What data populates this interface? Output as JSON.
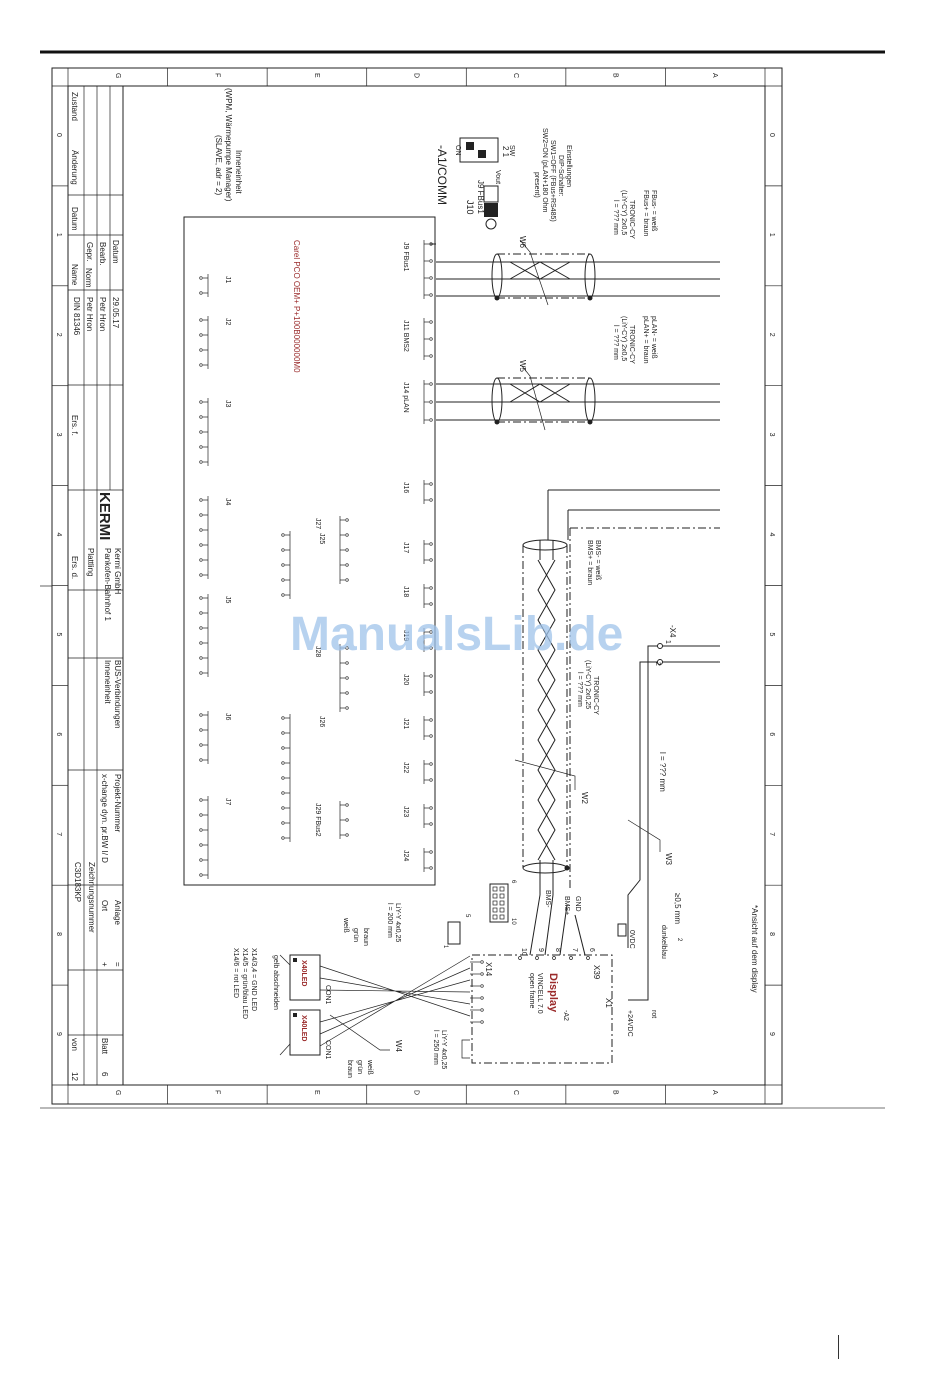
{
  "grid": {
    "letters": [
      "G",
      "F",
      "E",
      "D",
      "C",
      "B",
      "A"
    ],
    "numbers": [
      "0",
      "1",
      "2",
      "3",
      "4",
      "5",
      "6",
      "7",
      "8",
      "9"
    ]
  },
  "title_block": {
    "rows_left": [
      "Zustand",
      "Änderung",
      "Datum",
      "Name",
      "Norm"
    ],
    "datum_label": "Datum",
    "bearb_label": "Bearb.",
    "gepr_label": "Gepr.",
    "date": "29.05.17",
    "bearb_name": "Petr Hron",
    "gepr_name": "Petr Hron",
    "norm": "DIN 81346",
    "ers_f": "Ers. f.",
    "ers_d": "Ers. d.",
    "company_logo": "KERMI",
    "company": [
      "Kermi GmbH",
      "Pankofen-Bahnhof 1",
      "Plattling"
    ],
    "drawing_title": [
      "BUS-Verbindungen",
      "Inneneinheit"
    ],
    "project_label": "Projekt-Nummer",
    "project": "x-change dyn. pr.BW I/ D",
    "drawing_no_label": "Zeichnungsnummer",
    "drawing_no": "C3D183KP",
    "anlage_label": "Anlage",
    "ort_label": "Ort",
    "eq": "=",
    "plus": "+",
    "blatt_label": "Blatt",
    "blatt": "6",
    "von_label": "von",
    "von": "12"
  },
  "inneneinheit": [
    "Inneneinheit",
    "(WPM, Wärmepumpe Manager)",
    "(SLAVE, adr = 2)"
  ],
  "controller": {
    "name": "Carel PCO OEM+ P+100B000000M0",
    "left_connectors": [
      "J1",
      "J2",
      "J3",
      "J4",
      "J5",
      "J6",
      "J7"
    ],
    "right_connectors": [
      "J9 FBus1",
      "J11 BMS2",
      "J14 pLAN",
      "J16",
      "J17",
      "J18",
      "J19",
      "J20",
      "J21",
      "J22",
      "J23",
      "J24"
    ],
    "inner_connectors": [
      "J27",
      "J25",
      "J28",
      "J26",
      "J29 FBus2"
    ]
  },
  "dip": {
    "title": [
      "Einstellungen",
      "DIP-Schalter:",
      "SW1=OFF (FBus+RS485)",
      "SW2=ON (pLAN+180 Ohm",
      "present)"
    ],
    "sw": "SW",
    "positions": "2  1",
    "on": "ON",
    "vout": "Vout",
    "j9": "J9 FBus1",
    "j10": "J10",
    "module": "-A1/COMM"
  },
  "cables": {
    "fbus": [
      "FBus- = weiß",
      "FBus+ = braun",
      "TRONIC-CY",
      "(LiY-CY) 2x0,5",
      "l = ??? mm"
    ],
    "w6": "W6",
    "plan": [
      "pLAN- = weiß",
      "pLAN+ = braun",
      "TRONIC-CY",
      "(LiY-CY) 2x0,5",
      "l = ??? mm"
    ],
    "w5": "W5",
    "bms": [
      "BMS- = weiß",
      "BMS+ = braun"
    ],
    "tronic_bms": [
      "TRONIC-CY",
      "(LiY-CY) 2x0,25",
      "l = ??? mm"
    ],
    "w2": "W2",
    "w3": "W3",
    "w3_len": "l = ??? mm",
    "x4": "-X4",
    "x4_pins": [
      "1",
      "2"
    ],
    "w4": "W4",
    "liyy_a": [
      "LiY-Y 4x0,25",
      "l = 200 mm"
    ],
    "liyy_b": [
      "LiY-Y 4x0,25",
      "l = 250 mm"
    ],
    "colors_a": [
      "braun",
      "grün",
      "weiß"
    ],
    "colors_b": [
      "weiß",
      "grün",
      "braun"
    ],
    "cross_sec": "≥0,5 mm",
    "sup2": "2",
    "dunkelblau": "dunkelblau",
    "rot": "rot"
  },
  "display": {
    "ansicht": "*Ansicht auf dem display",
    "name": "Display",
    "model": "VINCELL 7.0",
    "frame": "open frame",
    "tag": "-A2",
    "x39": "X39",
    "x1": "X1",
    "x14": "X14",
    "pins_x39": [
      "6",
      "7",
      "8",
      "9",
      "10"
    ],
    "gnd": "GND",
    "bms_plus": "BMS+",
    "bms_minus": "BMS-",
    "v24": "+24VDC",
    "v0": "0VDC",
    "con1": "CON1",
    "x40led": "X40LED",
    "gelb": "gelb abschneiden",
    "legend": [
      "X14/3,4 = GND LED",
      "X14/5 = grün/blau LED",
      "X14/6 = rot LED"
    ],
    "conn_small": [
      "1",
      "5",
      "10",
      "6"
    ]
  },
  "watermark": "ManualsLib.de",
  "colors": {
    "accent": "#9a2a2a",
    "watermark": "#9fc3ea"
  }
}
